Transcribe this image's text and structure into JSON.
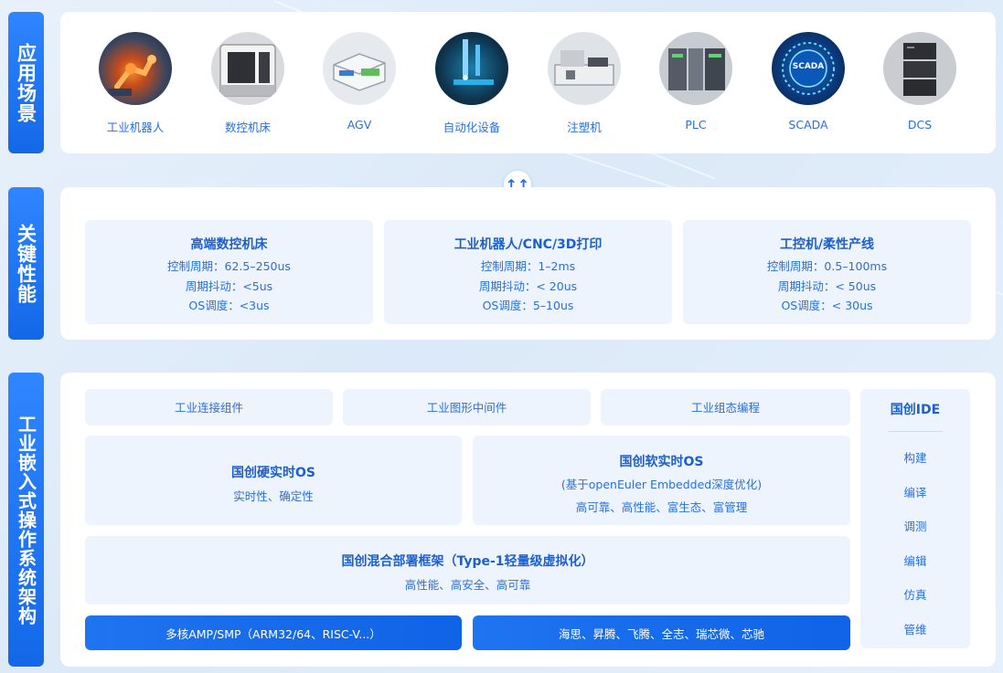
{
  "sections": {
    "scenarios_label": "应用场景",
    "performance_label": "关键性能",
    "architecture_label": "工业嵌入式操作系统架构"
  },
  "scenarios": [
    {
      "label": "工业机器人",
      "icon": "industrial-robot-icon"
    },
    {
      "label": "数控机床",
      "icon": "cnc-machine-icon"
    },
    {
      "label": "AGV",
      "icon": "agv-icon"
    },
    {
      "label": "自动化设备",
      "icon": "automation-equipment-icon"
    },
    {
      "label": "注塑机",
      "icon": "injection-molding-machine-icon"
    },
    {
      "label": "PLC",
      "icon": "plc-icon"
    },
    {
      "label": "SCADA",
      "icon": "scada-icon"
    },
    {
      "label": "DCS",
      "icon": "dcs-icon"
    }
  ],
  "scada_badge": "SCADA",
  "arrow_glyph": "↑↑",
  "performance": [
    {
      "title": "高端数控机床",
      "lines": [
        "控制周期：62.5–250us",
        "周期抖动：<5us",
        "OS调度：<3us"
      ]
    },
    {
      "title": "工业机器人/CNC/3D打印",
      "lines": [
        "控制周期：1–2ms",
        "周期抖动：< 20us",
        "OS调度：5–10us"
      ]
    },
    {
      "title": "工控机/柔性产线",
      "lines": [
        "控制周期：0.5–100ms",
        "周期抖动：< 50us",
        "OS调度：< 30us"
      ]
    }
  ],
  "architecture": {
    "components": [
      "工业连接组件",
      "工业图形中间件",
      "工业组态编程"
    ],
    "hard_rtos": {
      "title": "国创硬实时OS",
      "subtitle": "实时性、确定性"
    },
    "soft_rtos": {
      "title": "国创软实时OS",
      "note": "(基于openEuler Embedded深度优化)",
      "subtitle": "高可靠、高性能、富生态、富管理"
    },
    "hypervisor": {
      "title": "国创混合部署框架（Type-1轻量级虚拟化）",
      "subtitle": "高性能、高安全、高可靠"
    },
    "hardware": [
      "多核AMP/SMP（ARM32/64、RISC-V...）",
      "海思、昇腾、飞腾、全志、瑞芯微、芯驰"
    ],
    "ide": {
      "title": "国创IDE",
      "items": [
        "构建",
        "编译",
        "调测",
        "编辑",
        "仿真",
        "管维"
      ]
    }
  },
  "colors": {
    "accent": "#1368e8",
    "text": "#2a6fdb",
    "card": "#eef4fd"
  }
}
